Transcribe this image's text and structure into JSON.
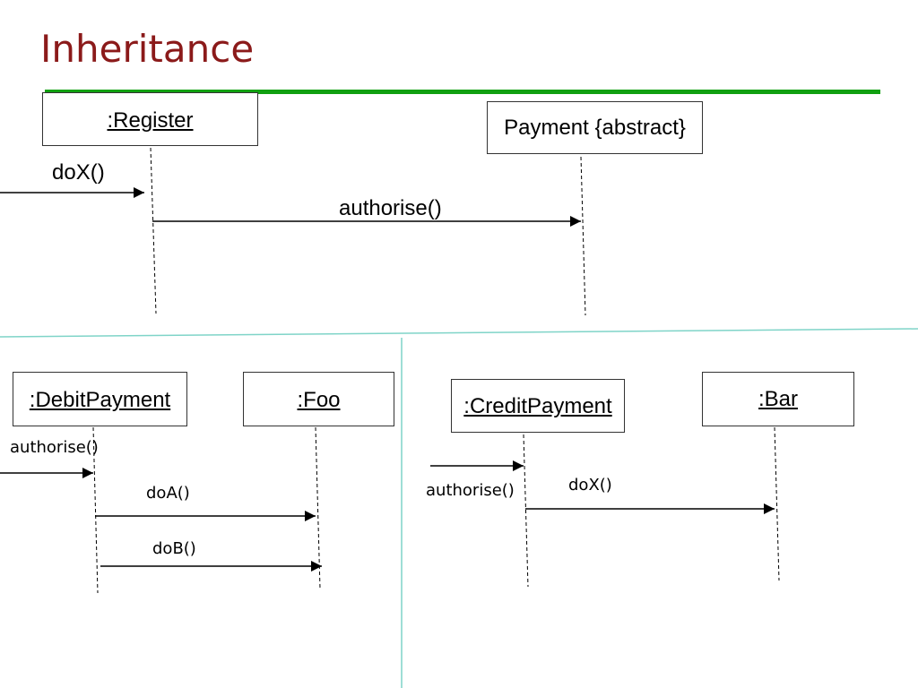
{
  "slide": {
    "title": "Inheritance"
  },
  "top_diagram": {
    "register_object": ":Register",
    "payment_class": "Payment {abstract}",
    "incoming_message": "doX()",
    "message_to_payment": "authorise()"
  },
  "left_diagram": {
    "debit_object": ":DebitPayment",
    "foo_object": ":Foo",
    "incoming_message": "authorise()",
    "message_a": "doA()",
    "message_b": "doB()"
  },
  "right_diagram": {
    "credit_object": ":CreditPayment",
    "bar_object": ":Bar",
    "incoming_message": "authorise()",
    "message_to_bar": "doX()"
  },
  "colors": {
    "title": "#8B1A1A",
    "rule": "#11A011",
    "divider": "#7FD4C8"
  }
}
